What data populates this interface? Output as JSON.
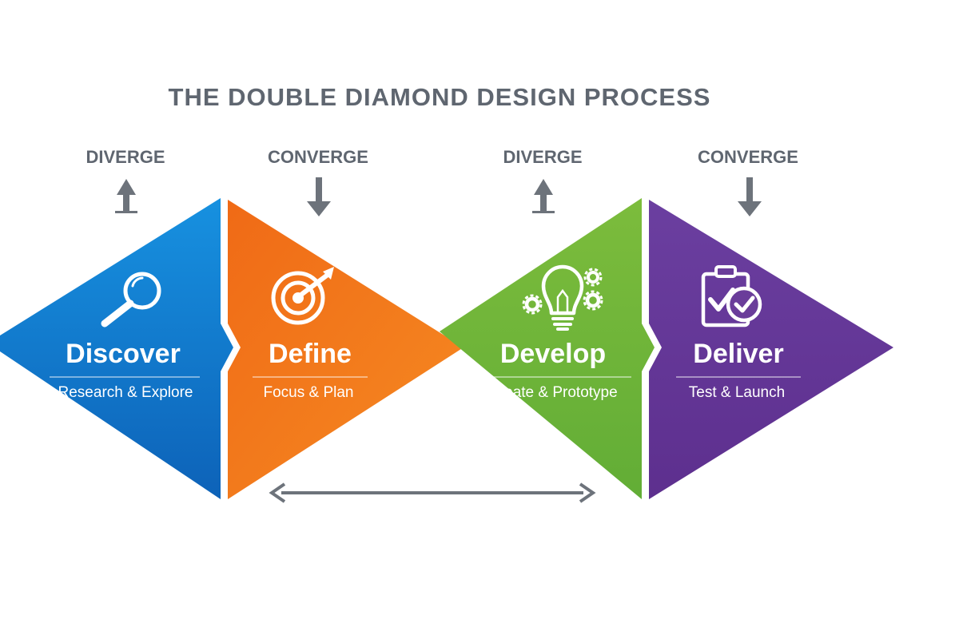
{
  "title": "THE DOUBLE DIAMOND DESIGN PROCESS",
  "directions": [
    "DIVERGE",
    "CONVERGE",
    "DIVERGE",
    "CONVERGE"
  ],
  "phases": [
    {
      "name": "Discover",
      "subtitle": "Research & Explore",
      "icon": "magnifier-icon",
      "color": "#1a7dd4"
    },
    {
      "name": "Define",
      "subtitle": "Focus & Plan",
      "icon": "target-icon",
      "color": "#f07f1e"
    },
    {
      "name": "Develop",
      "subtitle": "Ideate & Prototype",
      "icon": "lightbulb-gears-icon",
      "color": "#6cb33e"
    },
    {
      "name": "Deliver",
      "subtitle": "Test & Launch",
      "icon": "checklist-icon",
      "color": "#6a3d9a"
    }
  ],
  "colors": {
    "text_gray": "#5f6670",
    "arrow_gray": "#6d737b",
    "blue": "#1a7dd4",
    "orange": "#f07f1e",
    "green": "#6cb33e",
    "purple": "#6a3d9a"
  }
}
